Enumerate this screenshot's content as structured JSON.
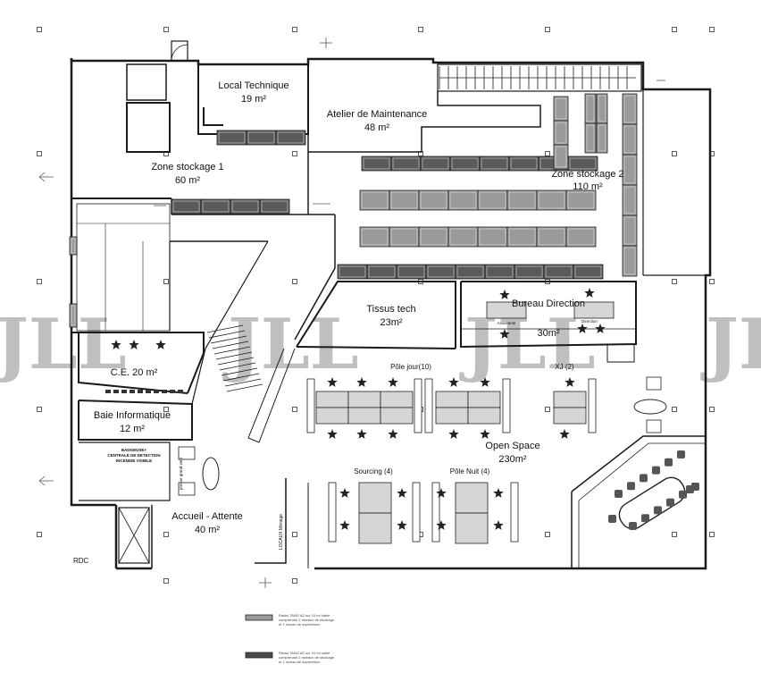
{
  "floor_label": "RDC",
  "rooms": [
    {
      "id": "local-technique",
      "name": "Local Technique",
      "area": "19 m²"
    },
    {
      "id": "atelier-maintenance",
      "name": "Atelier de Maintenance",
      "area": "48 m²"
    },
    {
      "id": "zone-stockage-1",
      "name": "Zone stockage 1",
      "area": "60 m²"
    },
    {
      "id": "zone-stockage-2",
      "name": "Zone stockage 2",
      "area": "110 m²"
    },
    {
      "id": "tissus-tech",
      "name": "Tissus tech",
      "area": "23m²"
    },
    {
      "id": "bureau-direction",
      "name": "Bureau Direction",
      "area": "30m²"
    },
    {
      "id": "ce",
      "name": "C.E. 20 m²",
      "area": ""
    },
    {
      "id": "baie-informatique",
      "name": "Baie Informatique",
      "area": "12 m²"
    },
    {
      "id": "open-space",
      "name": "Open Space",
      "area": "230m²"
    },
    {
      "id": "accueil-attente",
      "name": "Accueil - Attente",
      "area": "40 m²"
    }
  ],
  "zones": {
    "pole_jour": "Pôle jour(10)",
    "xj": "XJ (2)",
    "sourcing": "Sourcing (4)",
    "pole_nuit": "Pôle Nuit (4)",
    "assistante": "Assistante",
    "direction": "Direction"
  },
  "detection_label": [
    "BADGEUSE+",
    "CENTRALE DE DETECTION",
    "INCENDIE VISIBLE"
  ],
  "side_label_1": "LOCAUX Ménage",
  "side_label_2": "presse grand vent",
  "watermark": "JLL",
  "legend": [
    {
      "color": "#9a9a9a",
      "lines": [
        "Racks TANG AZ sur 10 ml cable",
        "comprenant 2 niveaux de stockage",
        "et 1 niveau de supervision"
      ]
    },
    {
      "color": "#4a4a4a",
      "lines": [
        "Racks TANG AZ sur 10 ml cable",
        "comprenant 2 niveaux de stockage",
        "et 1 niveau de supervision"
      ]
    }
  ],
  "colors": {
    "wall": "#1a1a1a",
    "rack_light": "#9a9a9a",
    "rack_dark": "#5a5a5a",
    "watermark": "#8c8c8c"
  }
}
